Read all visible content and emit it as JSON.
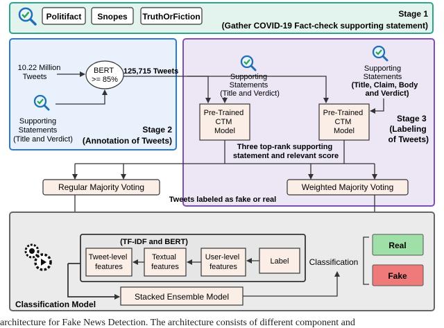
{
  "stage1": {
    "sources": [
      "Politifact",
      "Snopes",
      "TruthOrFiction"
    ],
    "title": "Stage 1",
    "subtitle": "(Gather COVID-19 Fact-check supporting statement)"
  },
  "stage2": {
    "tweets_lines": [
      "10.22 Million",
      "Tweets"
    ],
    "bert_lines": [
      "BERT",
      ">= 85%"
    ],
    "tweets_count": "125,715 Tweets",
    "supporting_lines": [
      "Supporting",
      "Statements",
      "(Title and Verdict)"
    ],
    "title": "Stage 2",
    "subtitle": "(Annotation of Tweets)"
  },
  "stage3": {
    "supporting_a_lines": [
      "Supporting",
      "Statements",
      "(Title and Verdict)"
    ],
    "supporting_b_lines": [
      "Supporting",
      "Statements",
      "(Title, Claim, Body",
      "and Verdict)"
    ],
    "ctm_lines": [
      "Pre-Trained",
      "CTM",
      "Model"
    ],
    "title_lines": [
      "Stage 3",
      "(Labeling",
      "of Tweets)"
    ],
    "top_rank_lines": [
      "Three top-rank supporting",
      "statement and relevant score"
    ],
    "regular_voting": "Regular Majority Voting",
    "weighted_voting": "Weighted Majority Voting",
    "labeled_note": "Tweets labeled as fake or real"
  },
  "classification": {
    "features_title": "(TF-IDF and BERT)",
    "tweet_features": [
      "Tweet-level",
      "features"
    ],
    "textual_features": [
      "Textual",
      "features"
    ],
    "user_features": [
      "User-level",
      "features"
    ],
    "label": "Label",
    "classification_label": "Classification",
    "real": "Real",
    "fake": "Fake",
    "ensemble": "Stacked Ensemble Model",
    "title": "Classification Model"
  },
  "caption": "architecture for Fake News Detection. The architecture consists of different component and"
}
